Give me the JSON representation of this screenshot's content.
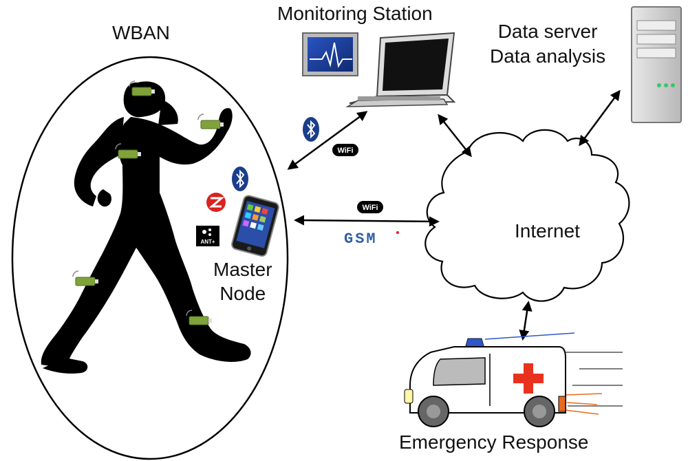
{
  "labels": {
    "wban": "WBAN",
    "monitoring_station": "Monitoring Station",
    "data_server_line1": "Data server",
    "data_server_line2": "Data analysis",
    "internet": "Internet",
    "master_node_line1": "Master",
    "master_node_line2": "Node",
    "emergency_response": "Emergency Response"
  },
  "badges": {
    "wifi": "WiFi",
    "gsm": "GSM",
    "ant": "ANT+",
    "zigbee": "Z"
  },
  "colors": {
    "bluetooth": "#1a3e8c",
    "zigbee": "#d8231f",
    "gsm": "#2f5fa7",
    "sensor": "#7fa33a",
    "red_cross": "#e8321e",
    "siren": "#2e57c9",
    "screen": "#1d3f9a"
  },
  "icons": [
    "bluetooth-icon",
    "wifi-icon",
    "zigbee-icon",
    "ant-plus-icon",
    "gsm-icon",
    "laptop-icon",
    "server-icon",
    "cloud-icon",
    "ambulance-icon",
    "smartphone-icon",
    "monitor-icon"
  ]
}
